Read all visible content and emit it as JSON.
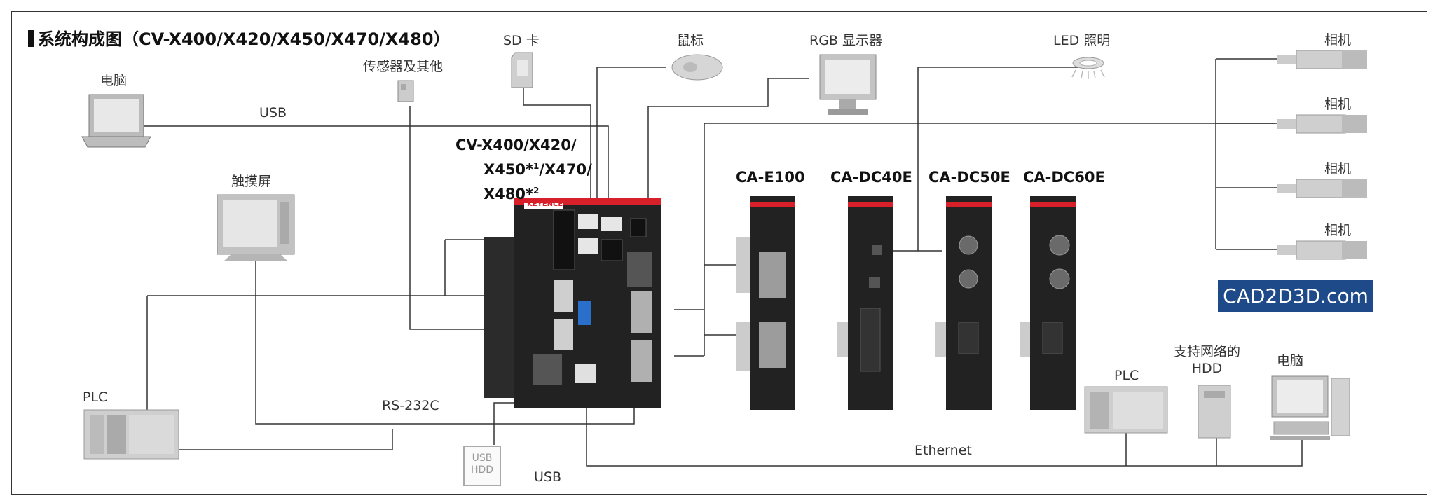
{
  "title": "系统构成图（CV-X400/X420/X450/X470/X480）",
  "controller_model": {
    "line1": "CV-X400/X420/",
    "line2": "X450*",
    "sup1": "1",
    "line2b": "/X470/",
    "line3": "X480*",
    "sup2": "2",
    "brand": "KEYENCE"
  },
  "units": [
    {
      "name": "CA-E100"
    },
    {
      "name": "CA-DC40E"
    },
    {
      "name": "CA-DC50E"
    },
    {
      "name": "CA-DC60E"
    }
  ],
  "peripherals": {
    "pc_top": "电脑",
    "sensor": "传感器及其他",
    "sd_card": "SD 卡",
    "mouse": "鼠标",
    "rgb_monitor": "RGB 显示器",
    "led_light": "LED 照明",
    "touch_panel": "触摸屏",
    "plc_left": "PLC",
    "usb_hdd": "USB\nHDD",
    "plc_right": "PLC",
    "network_hdd": "支持网络的\nHDD",
    "pc_right": "电脑",
    "camera_label": "相机"
  },
  "cameras": [
    "相机",
    "相机",
    "相机",
    "相机"
  ],
  "connections": {
    "usb_top": "USB",
    "rs232c": "RS-232C",
    "usb_bottom": "USB",
    "ethernet": "Ethernet"
  },
  "watermark": "CAD2D3D.com",
  "colors": {
    "unit_body": "#1e1e1e",
    "unit_stripe": "#d8202a",
    "wire": "#333333",
    "device_gray": "#c8c8c8",
    "watermark_bg": "#1f4a8a"
  }
}
